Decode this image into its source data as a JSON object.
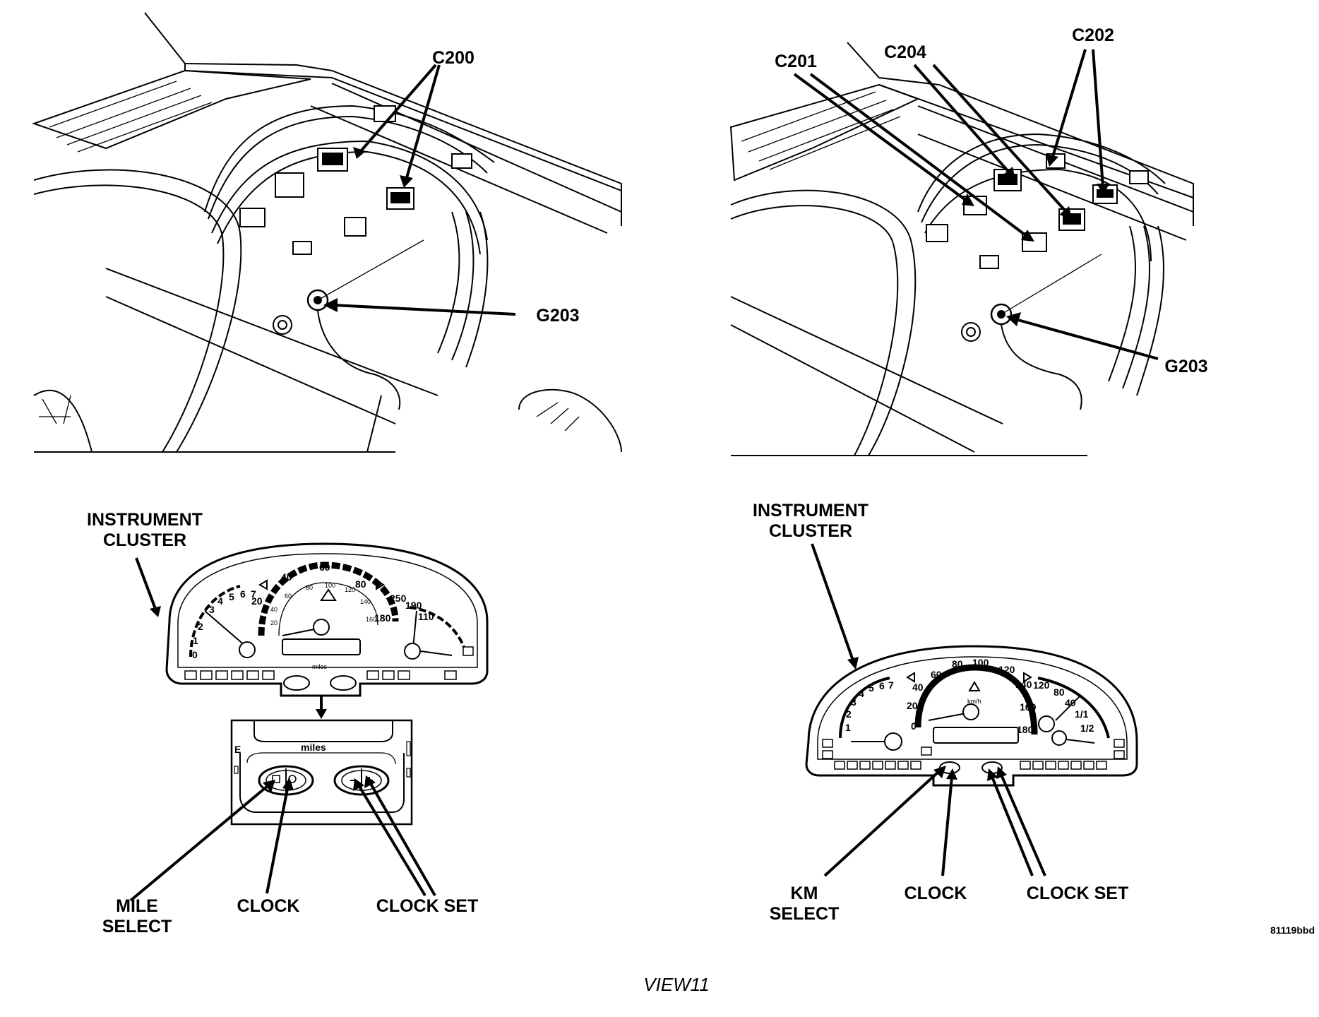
{
  "labels": {
    "c200": "C200",
    "g203_left": "G203",
    "c201": "C201",
    "c204": "C204",
    "c202": "C202",
    "g203_right": "G203",
    "instrument_cluster_left_1": "INSTRUMENT",
    "instrument_cluster_left_2": "CLUSTER",
    "instrument_cluster_right_1": "INSTRUMENT",
    "instrument_cluster_right_2": "CLUSTER",
    "mile_select_1": "MILE",
    "mile_select_2": "SELECT",
    "clock_left": "CLOCK",
    "clock_set_left": "CLOCK SET",
    "km_select_1": "KM",
    "km_select_2": "SELECT",
    "clock_right": "CLOCK",
    "clock_set_right": "CLOCK SET",
    "detail_miles": "miles",
    "figure_id": "81119bbd",
    "caption": "VIEW11"
  },
  "gauge_left": {
    "speed_ticks": [
      "20",
      "40",
      "60",
      "80"
    ],
    "speed_inner": [
      "20",
      "40",
      "60",
      "80",
      "100",
      "120",
      "140",
      "160",
      "180"
    ],
    "tach_ticks": [
      "0",
      "1",
      "2",
      "3",
      "4",
      "5",
      "6",
      "7"
    ],
    "temp_ticks": [
      "250",
      "190",
      "110"
    ],
    "display_text": "miles"
  },
  "gauge_right": {
    "speed_ticks": [
      "0",
      "20",
      "40",
      "60",
      "80",
      "100",
      "120",
      "140",
      "160",
      "180"
    ],
    "tach_ticks": [
      "1",
      "2",
      "3",
      "4",
      "5",
      "6",
      "7"
    ],
    "fuel_ticks": [
      "120",
      "80",
      "40",
      "1/1",
      "1/2"
    ],
    "unit": "km/h"
  }
}
